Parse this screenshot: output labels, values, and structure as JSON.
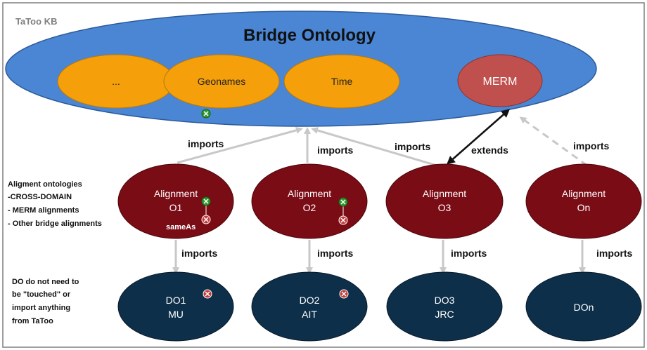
{
  "kb_label": "TaToo KB",
  "bridge": {
    "title": "Bridge Ontology",
    "modules": [
      "...",
      "Geonames",
      "Time"
    ],
    "merm": "MERM"
  },
  "relations": {
    "imports": "imports",
    "extends": "extends",
    "same_as": "sameAs"
  },
  "alignment_note": {
    "lines": [
      "Aligment ontologies",
      "-CROSS-DOMAIN",
      "- MERM alignments",
      "- Other bridge alignments"
    ]
  },
  "do_note": {
    "lines": [
      "DO do not need to",
      "be \"touched\" or",
      "import anything",
      "from TaToo"
    ]
  },
  "alignments": [
    {
      "line1": "Alignment",
      "line2": "O1"
    },
    {
      "line1": "Alignment",
      "line2": "O2"
    },
    {
      "line1": "Alignment",
      "line2": "O3"
    },
    {
      "line1": "Alignment",
      "line2": "On"
    }
  ],
  "domain_ontologies": [
    {
      "line1": "DO1",
      "line2": "MU"
    },
    {
      "line1": "DO2",
      "line2": "AIT"
    },
    {
      "line1": "DO3",
      "line2": "JRC"
    },
    {
      "line1": "DOn",
      "line2": ""
    }
  ],
  "colors": {
    "bridge_fill": "#4a86d4",
    "module_fill": "#f5a00a",
    "merm_fill": "#c0504d",
    "alignment_fill": "#7a0c16",
    "do_fill": "#0d2f4a",
    "arrow_gray": "#bfbfbf",
    "marker_green": "#2e9a2e",
    "marker_red": "#c23b3b"
  }
}
